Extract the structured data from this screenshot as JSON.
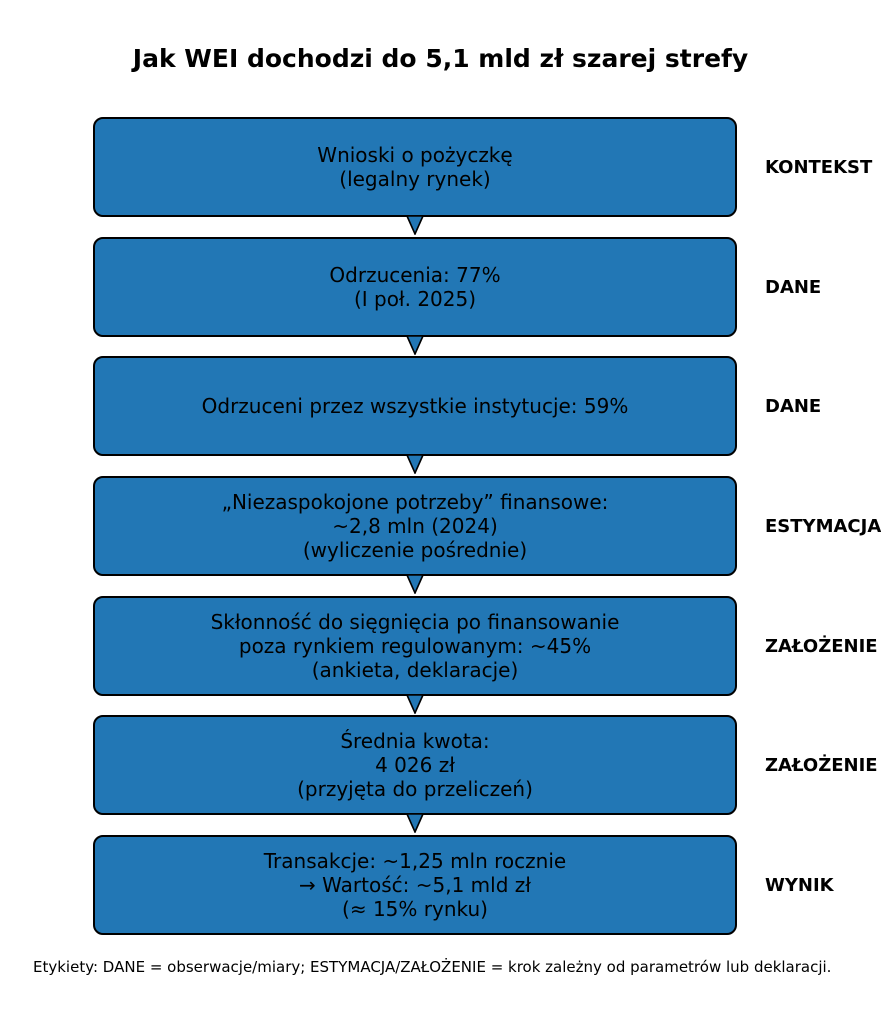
{
  "title": "Jak WEI dochodzi do 5,1 mld zł szarej strefy",
  "flow": {
    "steps": [
      {
        "label": "KONTEKST",
        "lines": [
          "Wnioski o pożyczkę",
          "(legalny rynek)"
        ]
      },
      {
        "label": "DANE",
        "lines": [
          "Odrzucenia: 77%",
          "(I poł. 2025)"
        ]
      },
      {
        "label": "DANE",
        "lines": [
          "Odrzuceni przez wszystkie instytucje: 59%"
        ]
      },
      {
        "label": "ESTYMACJA",
        "lines": [
          "„Niezaspokojone potrzeby” finansowe:",
          "~2,8 mln (2024)",
          "(wyliczenie pośrednie)"
        ]
      },
      {
        "label": "ZAŁOŻENIE",
        "lines": [
          "Skłonność do sięgnięcia po finansowanie",
          "poza rynkiem regulowanym: ~45%",
          "(ankieta, deklaracje)"
        ]
      },
      {
        "label": "ZAŁOŻENIE",
        "lines": [
          "Średnia kwota:",
          "4 026 zł",
          "(przyjęta do przeliczeń)"
        ]
      },
      {
        "label": "WYNIK",
        "lines": [
          "Transakcje: ~1,25 mln rocznie",
          "→ Wartość: ~5,1 mld zł",
          "(≈ 15% rynku)"
        ]
      }
    ]
  },
  "footer": "Etykiety: DANE = obserwacje/miary; ESTYMACJA/ZAŁOŻENIE = krok zależny od parametrów lub deklaracji.",
  "colors": {
    "box_fill": "#2277b5",
    "box_border": "#000000",
    "text_color": "#000000",
    "bg_color": "#ffffff"
  }
}
